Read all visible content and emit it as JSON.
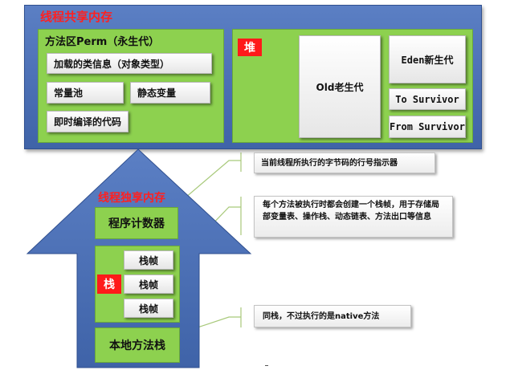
{
  "shared_memory": {
    "title": "线程共享内存",
    "method_area": {
      "title": "方法区Perm（永生代）",
      "items": [
        "加载的类信息（对象类型）",
        "常量池",
        "静态变量",
        "即时编译的代码"
      ]
    },
    "heap": {
      "tag": "堆",
      "old_gen": "Old老生代",
      "eden": "Eden新生代",
      "to_survivor": "To Survivor",
      "from_survivor": "From Survivor"
    }
  },
  "private_memory": {
    "title": "线程独享内存",
    "pc_register": "程序计数器",
    "stack": {
      "tag": "栈",
      "frames": [
        "栈帧",
        "栈帧",
        "栈帧"
      ]
    },
    "native_stack": "本地方法栈"
  },
  "callouts": [
    "当前线程所执行的字节码的行号指示器",
    "每个方法被执行时都会创建一个栈帧，用于存储局部变量表、操作栈、动态链表、方法出口等信息",
    "同栈，不过执行的是native方法"
  ],
  "colors": {
    "shared_bg": "#4a6fb8",
    "arrow_bg": "#4a6fb8",
    "green": "#8dd14f",
    "tag_red": "#ff1a1a",
    "title_red": "#ff2020"
  }
}
